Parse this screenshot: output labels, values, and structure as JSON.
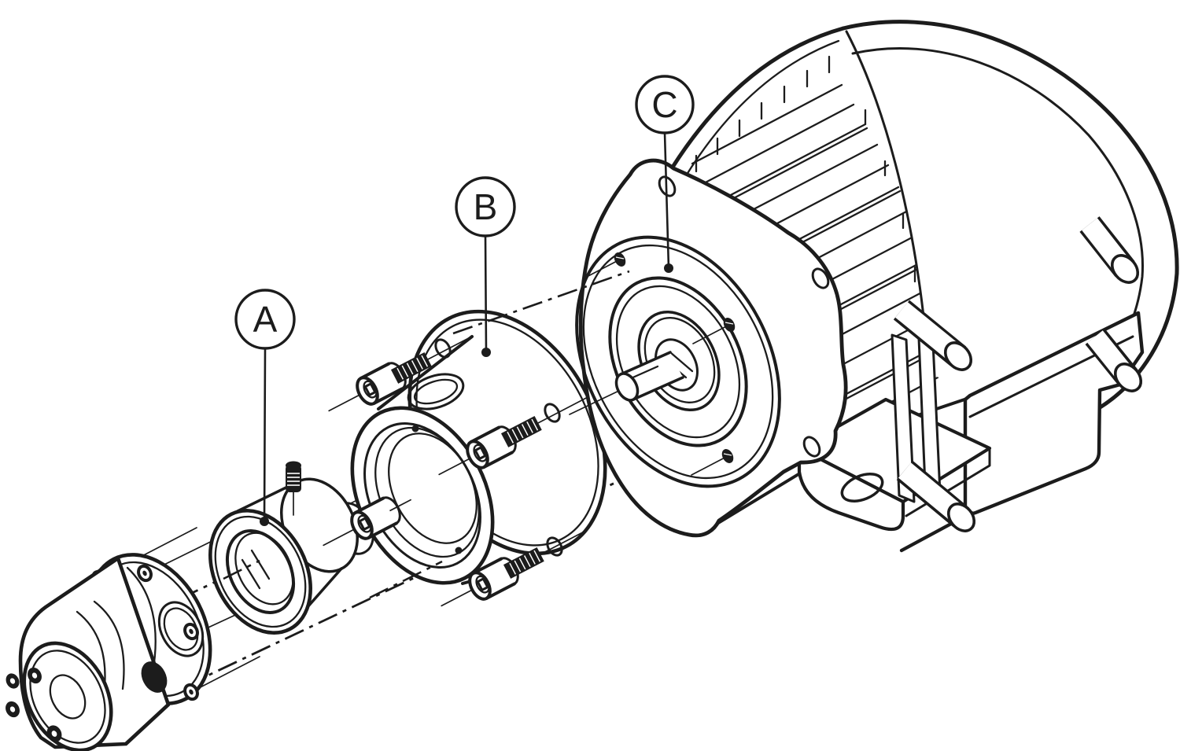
{
  "figure": {
    "kind": "exploded-assembly-technical-drawing",
    "description": "Pump head, shaft coupling, bell-housing adapter flange with socket-head cap screws, and electric motor shown exploded along a dash-dot centerline"
  },
  "callouts": {
    "a": "A",
    "b": "B",
    "c": "C"
  },
  "colors": {
    "ink": "#1c1c1c",
    "background": "#ffffff"
  }
}
